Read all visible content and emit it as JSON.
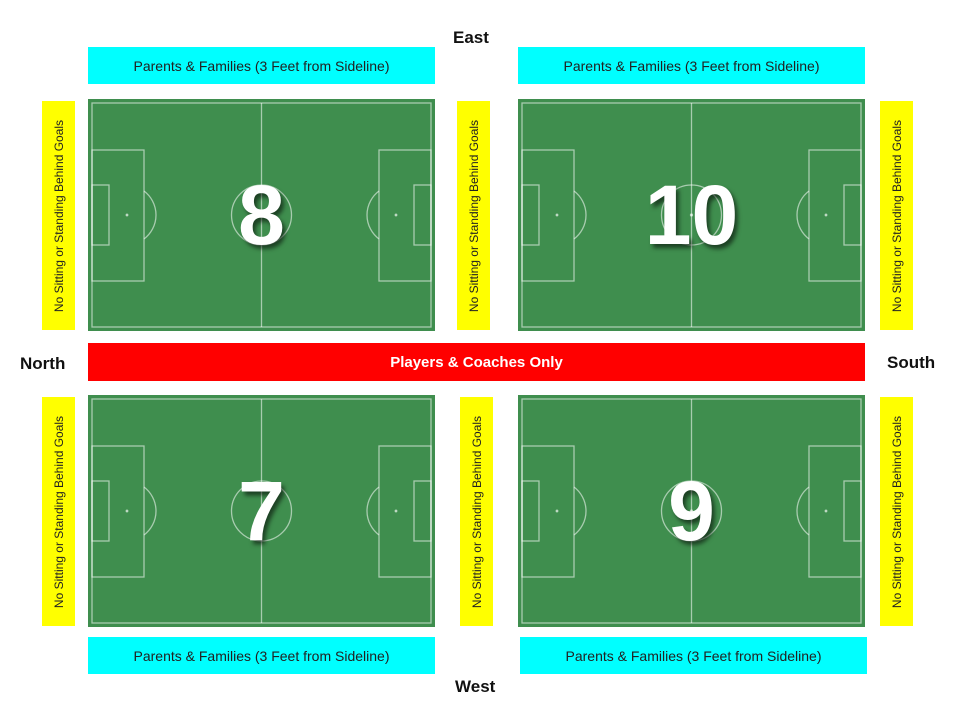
{
  "directions": {
    "east": "East",
    "west": "West",
    "north": "North",
    "south": "South"
  },
  "zones": {
    "parents_label": "Parents & Families (3 Feet from Sideline)",
    "no_sitting_label": "No Sitting or Standing Behind Goals",
    "players_label": "Players & Coaches Only"
  },
  "fields": {
    "top_left": "8",
    "top_right": "10",
    "bottom_left": "7",
    "bottom_right": "9"
  },
  "colors": {
    "parents_zone": "#00ffff",
    "no_sitting_zone": "#ffff00",
    "players_zone": "#ff0000",
    "field_green": "#3f8e4e"
  }
}
